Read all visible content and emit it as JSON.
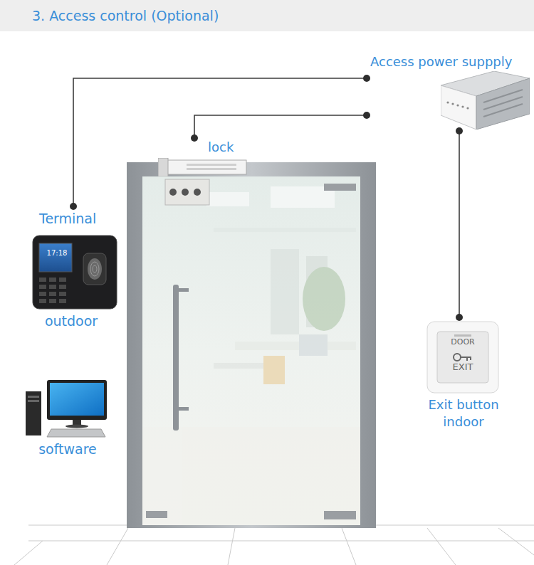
{
  "diagram": {
    "title": "3. Access control (Optional)",
    "nodes": [
      {
        "text": [
          "Access power suppply"
        ]
      },
      {
        "text": [
          "lock"
        ]
      },
      {
        "text": [
          "Terminal",
          "outdoor"
        ]
      },
      {
        "text": [
          "Exit button",
          "indoor"
        ]
      },
      {
        "text": [
          "software"
        ]
      }
    ],
    "edges": [
      {
        "from": 0,
        "to": 1,
        "arrow": "none"
      },
      {
        "from": 0,
        "to": 2,
        "arrow": "none"
      },
      {
        "from": 0,
        "to": 3,
        "arrow": "none"
      }
    ],
    "labels": [
      "17:18",
      "DOOR",
      "EXIT"
    ]
  }
}
